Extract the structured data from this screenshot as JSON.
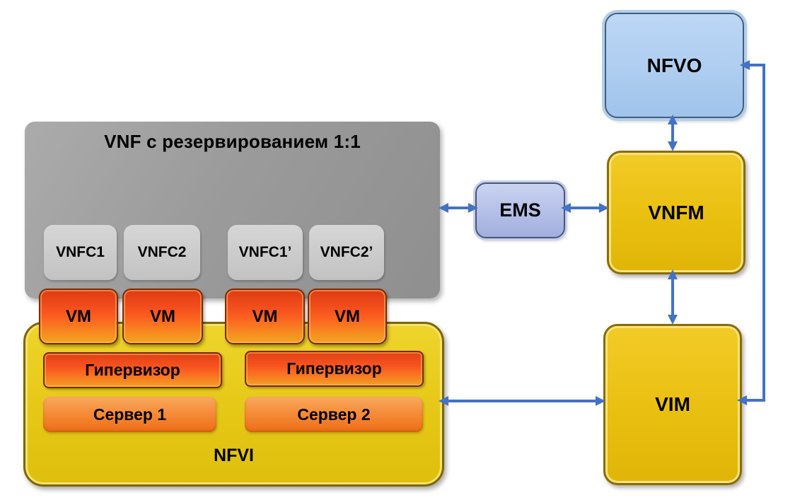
{
  "vnf": {
    "title": "VNF с резервированием 1:1",
    "vnfc": [
      "VNFC1",
      "VNFC2",
      "VNFC1’",
      "VNFC2’"
    ]
  },
  "vms": [
    "VM",
    "VM",
    "VM",
    "VM"
  ],
  "nfvi": {
    "label": "NFVI",
    "hypervisor1": "Гипервизор",
    "hypervisor2": "Гипервизор",
    "server1": "Сервер 1",
    "server2": "Сервер 2"
  },
  "mano": {
    "nfvo": "NFVO",
    "vnfm": "VNFM",
    "vim": "VIM"
  },
  "ems": "EMS",
  "colors": {
    "arrow_blue": "#4472c4",
    "vnf_gray": "#9a9a9a",
    "vnfc_gray": "#cccccc",
    "vm_orange_top": "#e04015",
    "vm_orange_bottom": "#efa422",
    "server_orange": "#ee6d17",
    "nfvi_yellow": "#e5c716",
    "mano_gold": "#e9bf10",
    "nfvo_blue": "#aecdf0",
    "ems_lavender": "#b4bfe8"
  }
}
